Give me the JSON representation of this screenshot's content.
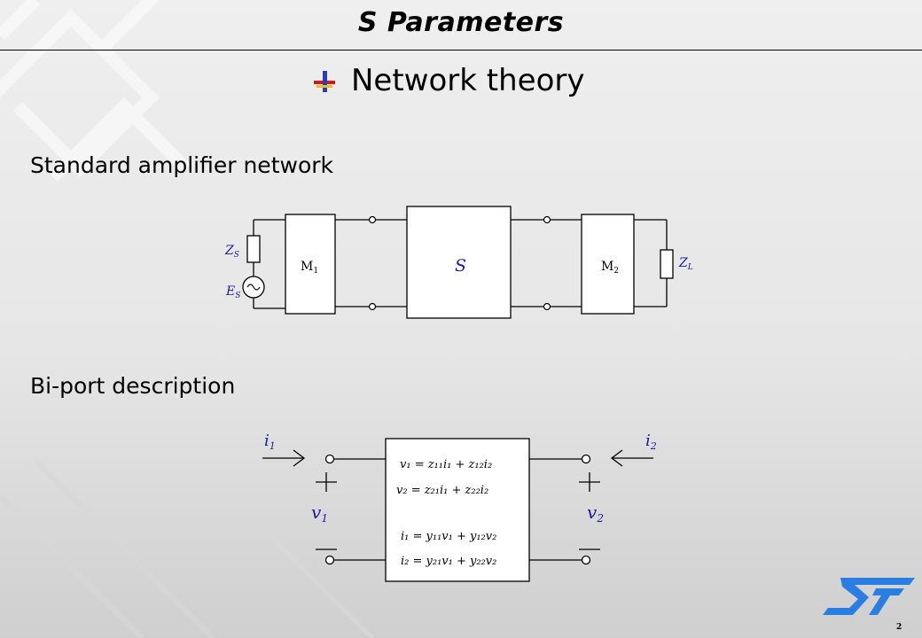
{
  "slide": {
    "title": "S Parameters",
    "subtitle": "Network theory",
    "page_number": "2"
  },
  "section1": {
    "heading": "Standard amplifier network",
    "zs": "Z",
    "zs_sub": "S",
    "es": "E",
    "es_sub": "S",
    "m1": "M",
    "m1_sub": "1",
    "s_block": "S",
    "m2": "M",
    "m2_sub": "2",
    "zl": "Z",
    "zl_sub": "L"
  },
  "section2": {
    "heading": "Bi-port description",
    "i1": "i",
    "i1_sub": "1",
    "i2": "i",
    "i2_sub": "2",
    "v1": "v",
    "v1_sub": "1",
    "v2": "v",
    "v2_sub": "2",
    "z_eq1": "v₁ = z₁₁i₁ + z₁₂i₂",
    "z_eq2": "v₂ = z₂₁i₁ + z₂₂i₂",
    "y_eq1": "i₁ = y₁₁v₁ + y₁₂v₂",
    "y_eq2": "i₂ = y₂₁v₁ + y₂₂v₂"
  },
  "logo": {
    "name": "st-logo",
    "color": "#2a7de1"
  },
  "colors": {
    "math_blue": "#1a1aa8",
    "line": "#000000"
  }
}
